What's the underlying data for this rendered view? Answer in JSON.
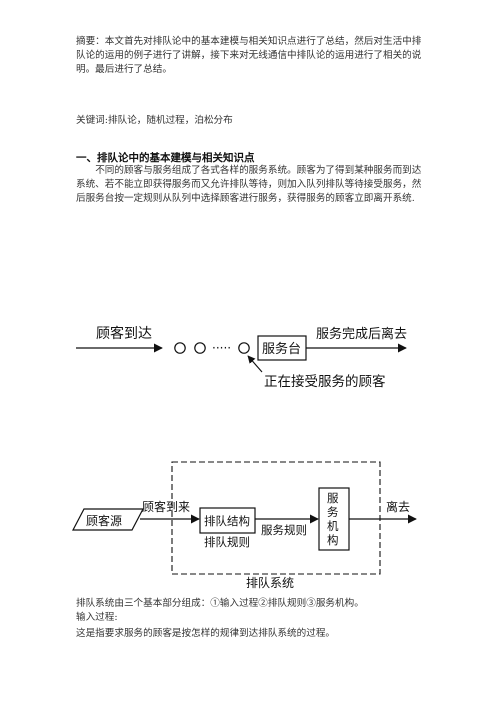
{
  "abstract": "摘要：本文首先对排队论中的基本建模与相关知识点进行了总结，然后对生活中排队论的运用的例子进行了讲解，接下来对无线通信中排队论的运用进行了相关的说明。最后进行了总结。",
  "keywords": "关键词:排队论，随机过程，泊松分布",
  "section1_title": "一、排队论中的基本建模与相关知识点",
  "section1_para": "不同的顾客与服务组成了各式各样的服务系统。顾客为了得到某种服务而到达系统、若不能立即获得服务而又允许排队等待，则加入队列排队等待接受服务，然后服务台按一定规则从队列中选择顾客进行服务，获得服务的顾客立即离开系统.",
  "diagram1": {
    "arrive": "顾客到达",
    "dots": "·····",
    "server": "服务台",
    "leave": "服务完成后离去",
    "in_service": "正在接受服务的顾客"
  },
  "diagram2": {
    "source": "顾客源",
    "come": "顾客到来",
    "queue_structure": "排队结构",
    "queue_rule": "排队规则",
    "service_rule": "服务规则",
    "service_org": "服务机构",
    "leave": "离去",
    "system": "排队系统"
  },
  "bottom": {
    "line1": "排队系统由三个基本部分组成：①输入过程②排队规则③服务机构。",
    "line2": "输入过程:",
    "line3": "这是指要求服务的顾客是按怎样的规律到达排队系统的过程。"
  }
}
